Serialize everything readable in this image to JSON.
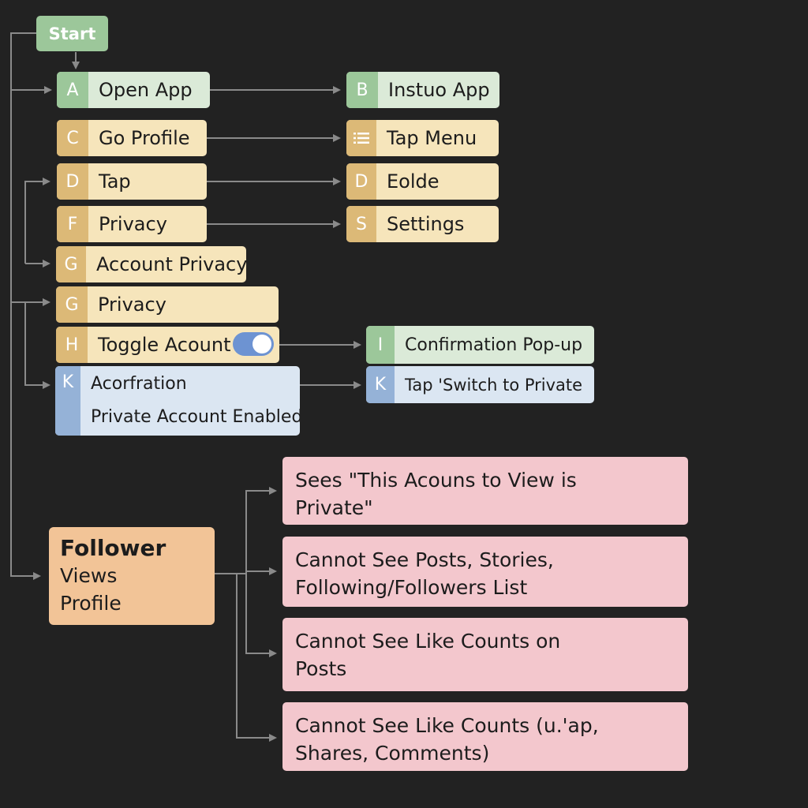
{
  "start": "Start",
  "nodes": {
    "a": {
      "tab": "A",
      "label": "Open App"
    },
    "b": {
      "tab": "B",
      "label": "Instuo App"
    },
    "c": {
      "tab": "C",
      "label": "Go Profile"
    },
    "menu": {
      "tab_icon": "list-icon",
      "label": "Tap Menu"
    },
    "d1": {
      "tab": "D",
      "label": "Tap"
    },
    "d2": {
      "tab": "D",
      "label": "Eolde"
    },
    "f": {
      "tab": "F",
      "label": "Privacy"
    },
    "s": {
      "tab": "S",
      "label": "Settings"
    },
    "g1": {
      "tab": "G",
      "label": "Account Privacy"
    },
    "g2": {
      "tab": "G",
      "label": "Privacy"
    },
    "h": {
      "tab": "H",
      "label": "Toggle Acount",
      "toggle_on": true
    },
    "i": {
      "tab": "I",
      "label": "Confirmation Pop-up"
    },
    "k1": {
      "tab": "K",
      "line1": "Acorfration",
      "line2": "Private Account Enabled"
    },
    "k2": {
      "tab": "K",
      "label": "Tap 'Switch to Private"
    }
  },
  "follower": {
    "title": "Follower",
    "line1": "Views",
    "line2": "Profile"
  },
  "outcomes": [
    {
      "line1": "Sees \"This Acouns to View is",
      "line2": "Private\""
    },
    {
      "line1": "Cannot See Posts, Stories,",
      "line2": "Following/Followers List"
    },
    {
      "line1": "Cannot See Like Counts on",
      "line2": "Posts"
    },
    {
      "line1": "Cannot See Like Counts (u.'ap,",
      "line2": "Shares, Comments)"
    }
  ],
  "colors": {
    "background": "#222222",
    "connector": "#8a8a8a",
    "green": "#9cc79a",
    "yellow": "#dcb977",
    "blue": "#95b2d7",
    "pink": "#f3c7cd",
    "orange": "#f2c497",
    "toggle": "#6d93d2"
  }
}
